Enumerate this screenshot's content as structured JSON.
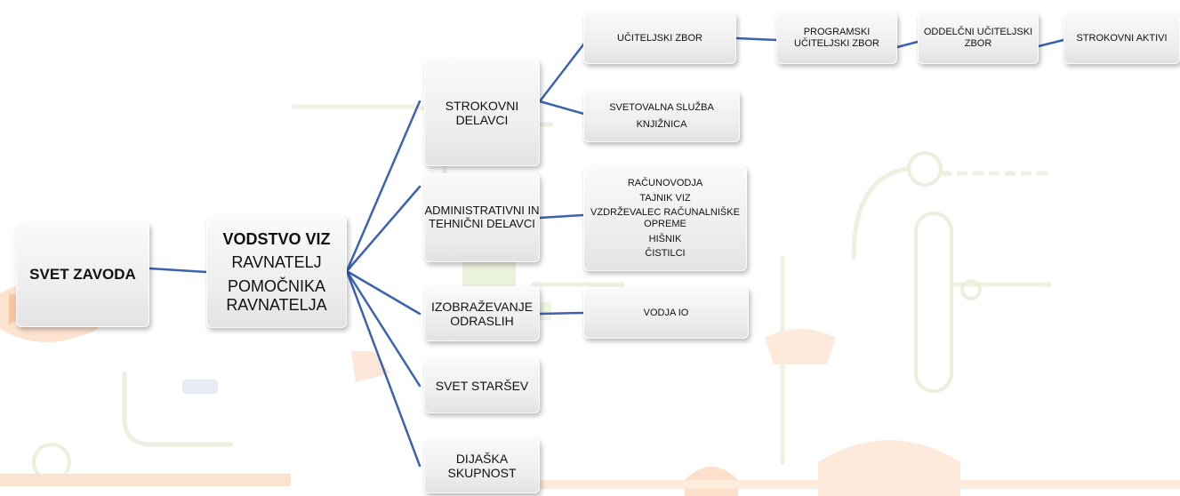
{
  "colors": {
    "connector": "#3c63b0",
    "box_fill": "#ececec",
    "bg_orange": "#f5a066",
    "bg_green": "#cfe3b0",
    "bg_line": "#e9ecd8"
  },
  "root": {
    "label": "SVET ZAVODA"
  },
  "leadership": {
    "heading": "VODSTVO VIZ",
    "line1": "RAVNATELJ",
    "line2": "POMOČNIKA RAVNATELJA"
  },
  "level1": {
    "strokovni": "STROKOVNI DELAVCI",
    "administrativni": "ADMINISTRATIVNI IN TEHNIČNI DELAVCI",
    "izobrazevanje": "IZOBRAŽEVANJE ODRASLIH",
    "svet_starsev": "SVET STARŠEV",
    "dijaska": "DIJAŠKA SKUPNOST"
  },
  "level2": {
    "uciteljski_zbor": "UČITELJSKI ZBOR",
    "svetovalna": "SVETOVALNA SLUŽBA",
    "knjiznica": "KNJIŽNICA",
    "admin_items": [
      "RAČUNOVODJA",
      "TAJNIK VIZ",
      "VZDRŽEVALEC RAČUNALNIŠKE OPREME",
      "HIŠNIK",
      "ČISTILCI"
    ],
    "vodja_io": "VODJA IO"
  },
  "level3": {
    "programski": "PROGRAMSKI UČITELJSKI ZBOR",
    "oddelcni": "ODDELČNI UČITELJSKI ZBOR",
    "strokovni_aktivi": "STROKOVNI AKTIVI"
  }
}
